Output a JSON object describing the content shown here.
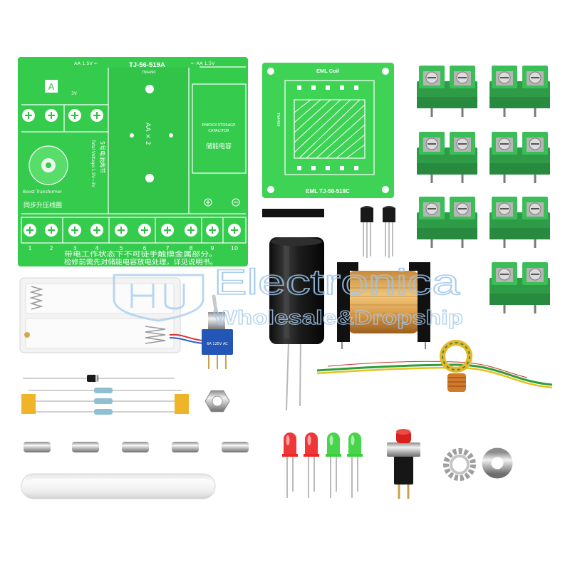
{
  "main_board": {
    "left_battery_label": "AA 1.5V ←",
    "model": "TJ-56-519A",
    "code": "TN4490",
    "right_battery_label": "← AA 1.5V",
    "a_label": "A",
    "voltage_label": "3V",
    "battery_count": "AA × 2",
    "capacitor_en_line1": "ENERGY-STORAGE",
    "capacitor_en_line2": "CAPACITOR",
    "capacitor_cn": "储能电容",
    "transformer_en": "Boost Transformer",
    "total_voltage": "Total Voltage:1.5V~3V",
    "battery_cn": "5号电池两节",
    "transformer_cn": "同步升压线圈",
    "terminal_numbers": [
      "1",
      "2",
      "3",
      "4",
      "5",
      "6",
      "7",
      "8",
      "9",
      "10"
    ],
    "warning_1": "带电工作状态下不可徒手触摸金属部分。",
    "warning_2": "检修前需先对储能电容放电处理，详见说明书。"
  },
  "coil_board": {
    "title": "EML Coil",
    "model": "EML TJ-56-519C",
    "code": "TN4490"
  },
  "switch": {
    "rating": "6A 125V AC"
  },
  "watermark": {
    "brand": "Electronica",
    "tagline": "Wholesale&Dropship"
  }
}
